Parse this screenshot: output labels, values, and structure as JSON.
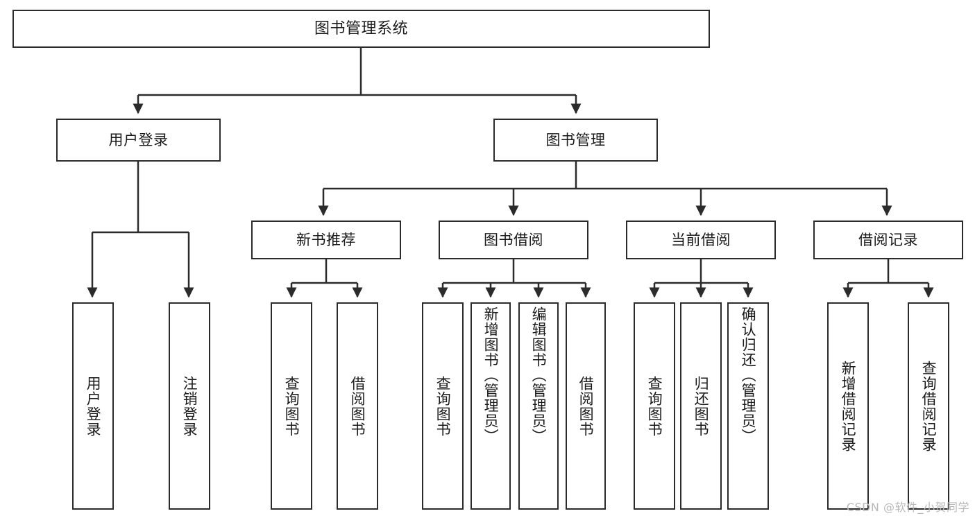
{
  "diagram": {
    "title": "图书管理系统",
    "type": "功能结构图",
    "watermark": "CSDN @软件_小贺同学",
    "colors": {
      "background": "#ffffff",
      "stroke": "#2b2b2b",
      "text": "#1a1a1a",
      "watermark": "#b9b9b9"
    },
    "root": {
      "label": "图书管理系统"
    },
    "level2": [
      {
        "id": "user-login",
        "label": "用户登录"
      },
      {
        "id": "book-manage",
        "label": "图书管理"
      }
    ],
    "level3": [
      {
        "id": "new-book-recommend",
        "label": "新书推荐"
      },
      {
        "id": "book-borrow",
        "label": "图书借阅"
      },
      {
        "id": "current-borrow",
        "label": "当前借阅"
      },
      {
        "id": "borrow-record",
        "label": "借阅记录"
      }
    ],
    "leaves": {
      "user_login": [
        {
          "id": "leaf-user-login",
          "label": "用户登录"
        },
        {
          "id": "leaf-logout-login",
          "label": "注销登录"
        }
      ],
      "new_book_recommend": [
        {
          "id": "leaf-query-book-1",
          "label": "查询图书"
        },
        {
          "id": "leaf-borrow-book-1",
          "label": "借阅图书"
        }
      ],
      "book_borrow": [
        {
          "id": "leaf-query-book-2",
          "label": "查询图书"
        },
        {
          "id": "leaf-add-book",
          "label": "新增图书（管理员）"
        },
        {
          "id": "leaf-edit-book",
          "label": "编辑图书（管理员）"
        },
        {
          "id": "leaf-borrow-book-2",
          "label": "借阅图书"
        }
      ],
      "current_borrow": [
        {
          "id": "leaf-query-book-3",
          "label": "查询图书"
        },
        {
          "id": "leaf-return-book",
          "label": "归还图书"
        },
        {
          "id": "leaf-confirm-return",
          "label": "确认归还（管理员）"
        }
      ],
      "borrow_record": [
        {
          "id": "leaf-add-record",
          "label": "新增借阅记录"
        },
        {
          "id": "leaf-query-record",
          "label": "查询借阅记录"
        }
      ]
    }
  }
}
